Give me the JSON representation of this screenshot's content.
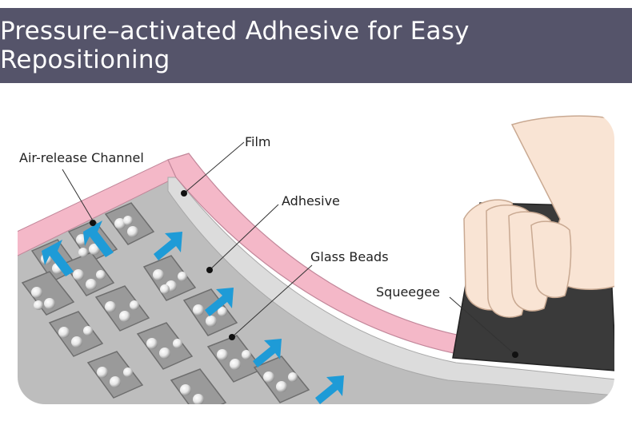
{
  "banner": {
    "title": "Pressure–activated Adhesive for Easy Repositioning"
  },
  "labels": {
    "film": "Film",
    "air_channel": "Air-release Channel",
    "adhesive": "Adhesive",
    "glass_beads": "Glass Beads",
    "squeegee": "Squeegee"
  },
  "colors": {
    "banner_bg": "#55546a",
    "film": "#f4b8c8",
    "adhesive": "#dcdcdc",
    "pad": "#9a9a9a",
    "arrow": "#1e9bd7",
    "squeegee": "#3a3a3a"
  }
}
